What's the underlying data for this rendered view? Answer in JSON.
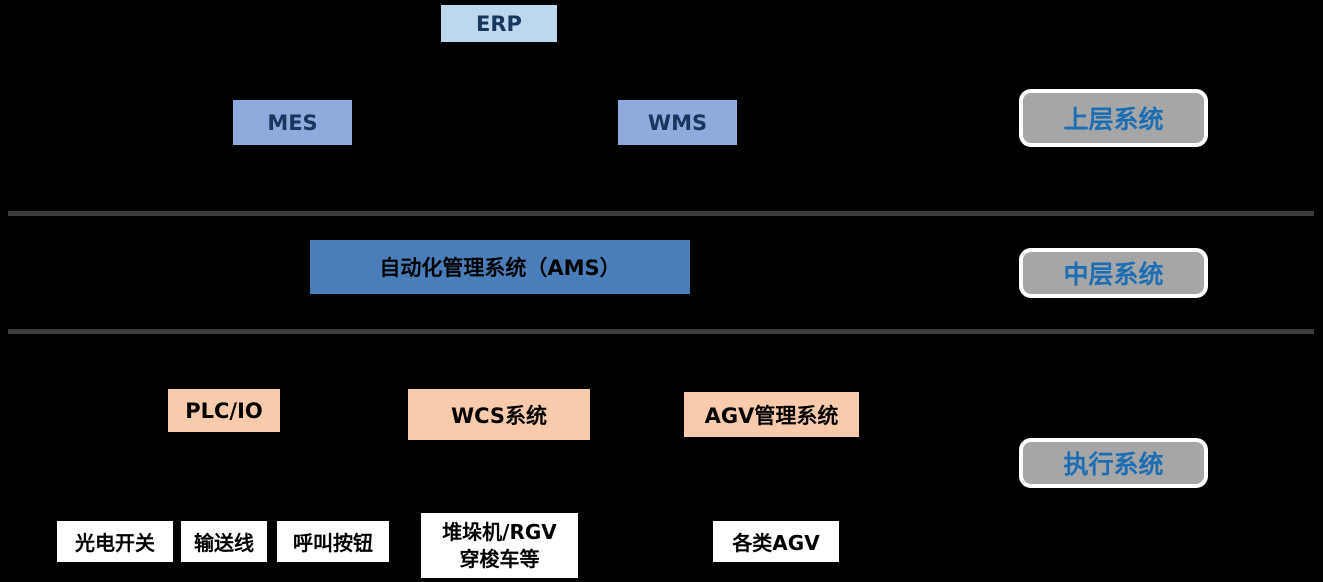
{
  "diagram": {
    "type": "layered-system-architecture",
    "background": "#000000",
    "layer_labels": {
      "upper": "上层系统",
      "middle": "中层系统",
      "execution": "执行系统"
    },
    "nodes": {
      "erp": "ERP",
      "mes": "MES",
      "wms": "WMS",
      "ams": "自动化管理系统（AMS）",
      "plc_io": "PLC/IO",
      "wcs": "WCS系统",
      "agv_mgmt": "AGV管理系统",
      "photo_switch": "光电开关",
      "conveyor": "输送线",
      "call_button": "呼叫按钮",
      "stacker_line1": "堆垛机/RGV",
      "stacker_line2": "穿梭车等",
      "agv_types": "各类AGV"
    },
    "colors": {
      "erp_fill": "#BDD7EE",
      "mes_wms_fill": "#8FAADC",
      "ams_fill": "#4A7EBB",
      "execution_node_fill": "#F8CBAD",
      "device_fill": "#FFFFFF",
      "layer_label_fill": "#A6A6A6",
      "layer_label_border": "#FFFFFF",
      "layer_label_text": "#1C6EB4",
      "divider": "#3d3d3d",
      "node_text": "#000000"
    }
  }
}
